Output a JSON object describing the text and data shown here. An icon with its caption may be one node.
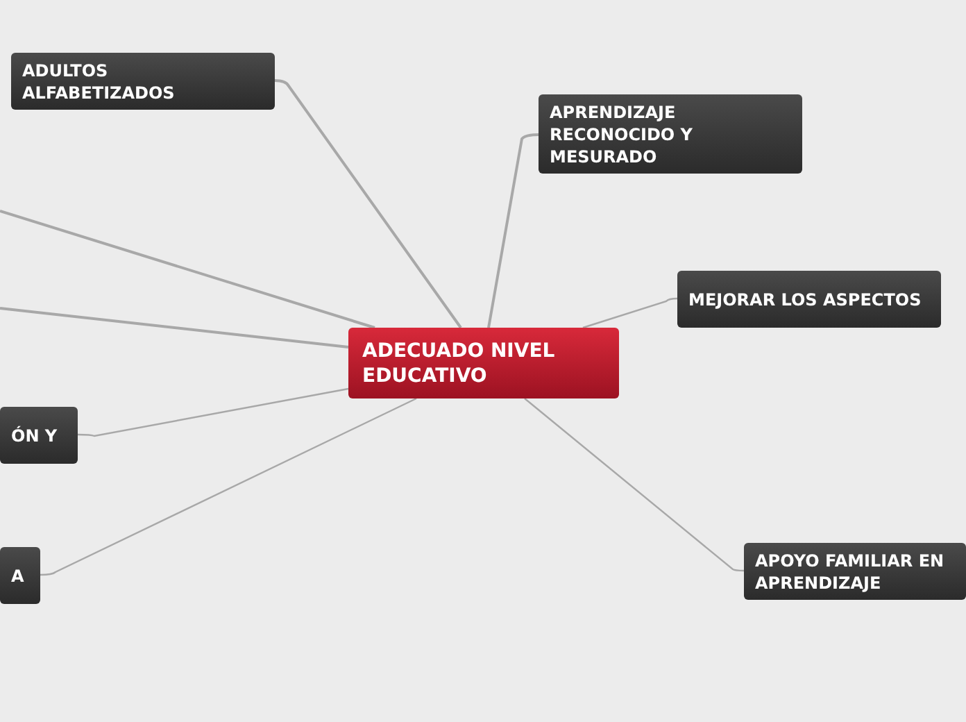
{
  "diagram": {
    "nodes": [
      {
        "text": [
          "ADECUADO NIVEL EDUCATIVO"
        ]
      },
      {
        "text": [
          "ADULTOS ALFABETIZADOS"
        ]
      },
      {
        "text": [
          "APRENDIZAJE RECONOCIDO Y MESURADO"
        ]
      },
      {
        "text": [
          "MEJORAR LOS ASPECTOS"
        ]
      },
      {
        "text": [
          "APOYO FAMILIAR EN APRENDIZAJE"
        ]
      },
      {
        "text": [
          "ÓN Y"
        ]
      },
      {
        "text": [
          "A"
        ]
      }
    ],
    "edges": [
      {
        "from": 0,
        "to": 1,
        "arrow": "none"
      },
      {
        "from": 0,
        "to": 2,
        "arrow": "none"
      },
      {
        "from": 0,
        "to": 3,
        "arrow": "none"
      },
      {
        "from": 0,
        "to": 4,
        "arrow": "none"
      },
      {
        "from": 0,
        "to": 5,
        "arrow": "none"
      },
      {
        "from": 0,
        "to": 6,
        "arrow": "none"
      },
      {
        "from": 0,
        "to": null,
        "arrow": "none"
      },
      {
        "from": 0,
        "to": null,
        "arrow": "none"
      }
    ]
  }
}
